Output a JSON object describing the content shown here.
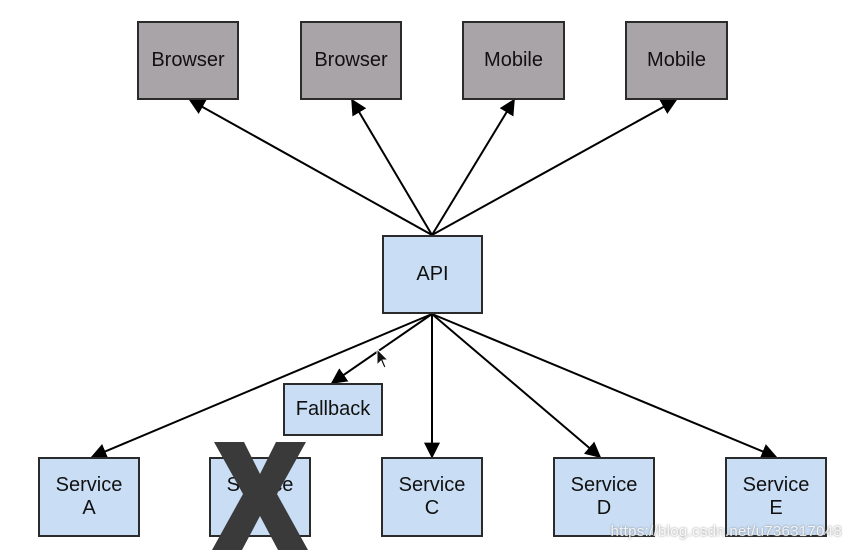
{
  "clients": [
    {
      "label": "Browser"
    },
    {
      "label": "Browser"
    },
    {
      "label": "Mobile"
    },
    {
      "label": "Mobile"
    }
  ],
  "api": {
    "label": "API"
  },
  "fallback": {
    "label": "Fallback"
  },
  "services": [
    {
      "label": "Service\nA"
    },
    {
      "label": "Service\nB",
      "failed": true
    },
    {
      "label": "Service\nC"
    },
    {
      "label": "Service\nD"
    },
    {
      "label": "Service\nE"
    }
  ],
  "failure_marker": {
    "icon": "x-mark-icon",
    "color": "#3a3a3a"
  },
  "colors": {
    "client_fill": "#a9a4a8",
    "node_fill": "#c9ddf4",
    "edge": "#000000"
  },
  "watermark": {
    "text": "https://blog.csdn.net/u736317048"
  }
}
